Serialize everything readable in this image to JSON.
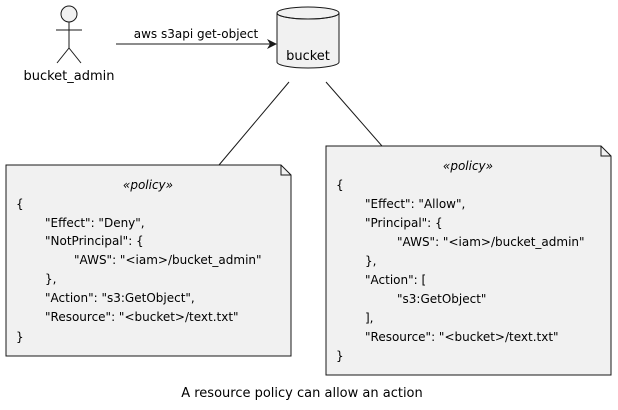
{
  "actor": {
    "label": "bucket_admin"
  },
  "message": {
    "label": "aws s3api get-object"
  },
  "database": {
    "label": "bucket"
  },
  "notes": [
    {
      "stereotype": "«policy»",
      "lines": [
        "{",
        "\"Effect\": \"Deny\",",
        "\"NotPrincipal\": {",
        "\"AWS\": \"<iam>/bucket_admin\"",
        "},",
        "\"Action\": \"s3:GetObject\",",
        "\"Resource\": \"<bucket>/text.txt\"",
        "}"
      ]
    },
    {
      "stereotype": "«policy»",
      "lines": [
        "{",
        "\"Effect\": \"Allow\",",
        "\"Principal\": {",
        "\"AWS\": \"<iam>/bucket_admin\"",
        "},",
        "\"Action\": [",
        "\"s3:GetObject\"",
        "],",
        "\"Resource\": \"<bucket>/text.txt\"",
        "}"
      ]
    }
  ],
  "caption": "A resource policy can allow an action",
  "colors": {
    "shape_fill": "#f1f1f1",
    "stroke": "#181818"
  }
}
